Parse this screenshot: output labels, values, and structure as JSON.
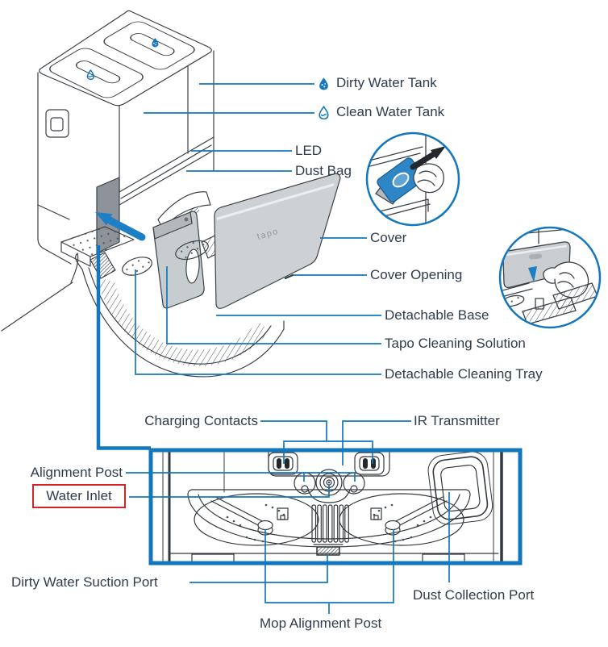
{
  "callouts": {
    "dirty_water_tank": "Dirty Water Tank",
    "clean_water_tank": "Clean Water Tank",
    "led": "LED",
    "dust_bag": "Dust Bag",
    "cover": "Cover",
    "cover_opening": "Cover Opening",
    "detachable_base": "Detachable Base",
    "tapo_cleaning_solution": "Tapo Cleaning Solution",
    "detachable_cleaning_tray": "Detachable Cleaning Tray",
    "charging_contacts": "Charging Contacts",
    "ir_transmitter": "IR Transmitter",
    "alignment_post": "Alignment Post",
    "water_inlet": "Water Inlet",
    "dirty_water_suction_port": "Dirty Water Suction Port",
    "dust_collection_port": "Dust Collection Port",
    "mop_alignment_post": "Mop Alignment Post"
  },
  "branding": {
    "cover_logo": "tapo"
  },
  "highlight": {
    "highlighted_callout": "Water Inlet",
    "style": "red-outline-box"
  },
  "icons": {
    "dirty_water_tank_icon": "water-drop-filled-icon",
    "clean_water_tank_icon": "water-drop-outline-icon"
  },
  "colors": {
    "accent_blue": "#1277bd",
    "arrow_blue": "#1f7fc4",
    "highlight_red": "#d2232a",
    "label_text": "#2e3c4b",
    "cover_gray": "#cdd1d3",
    "slot_gray": "#8d9399",
    "dust_bag_blue": "#2e86c6"
  }
}
